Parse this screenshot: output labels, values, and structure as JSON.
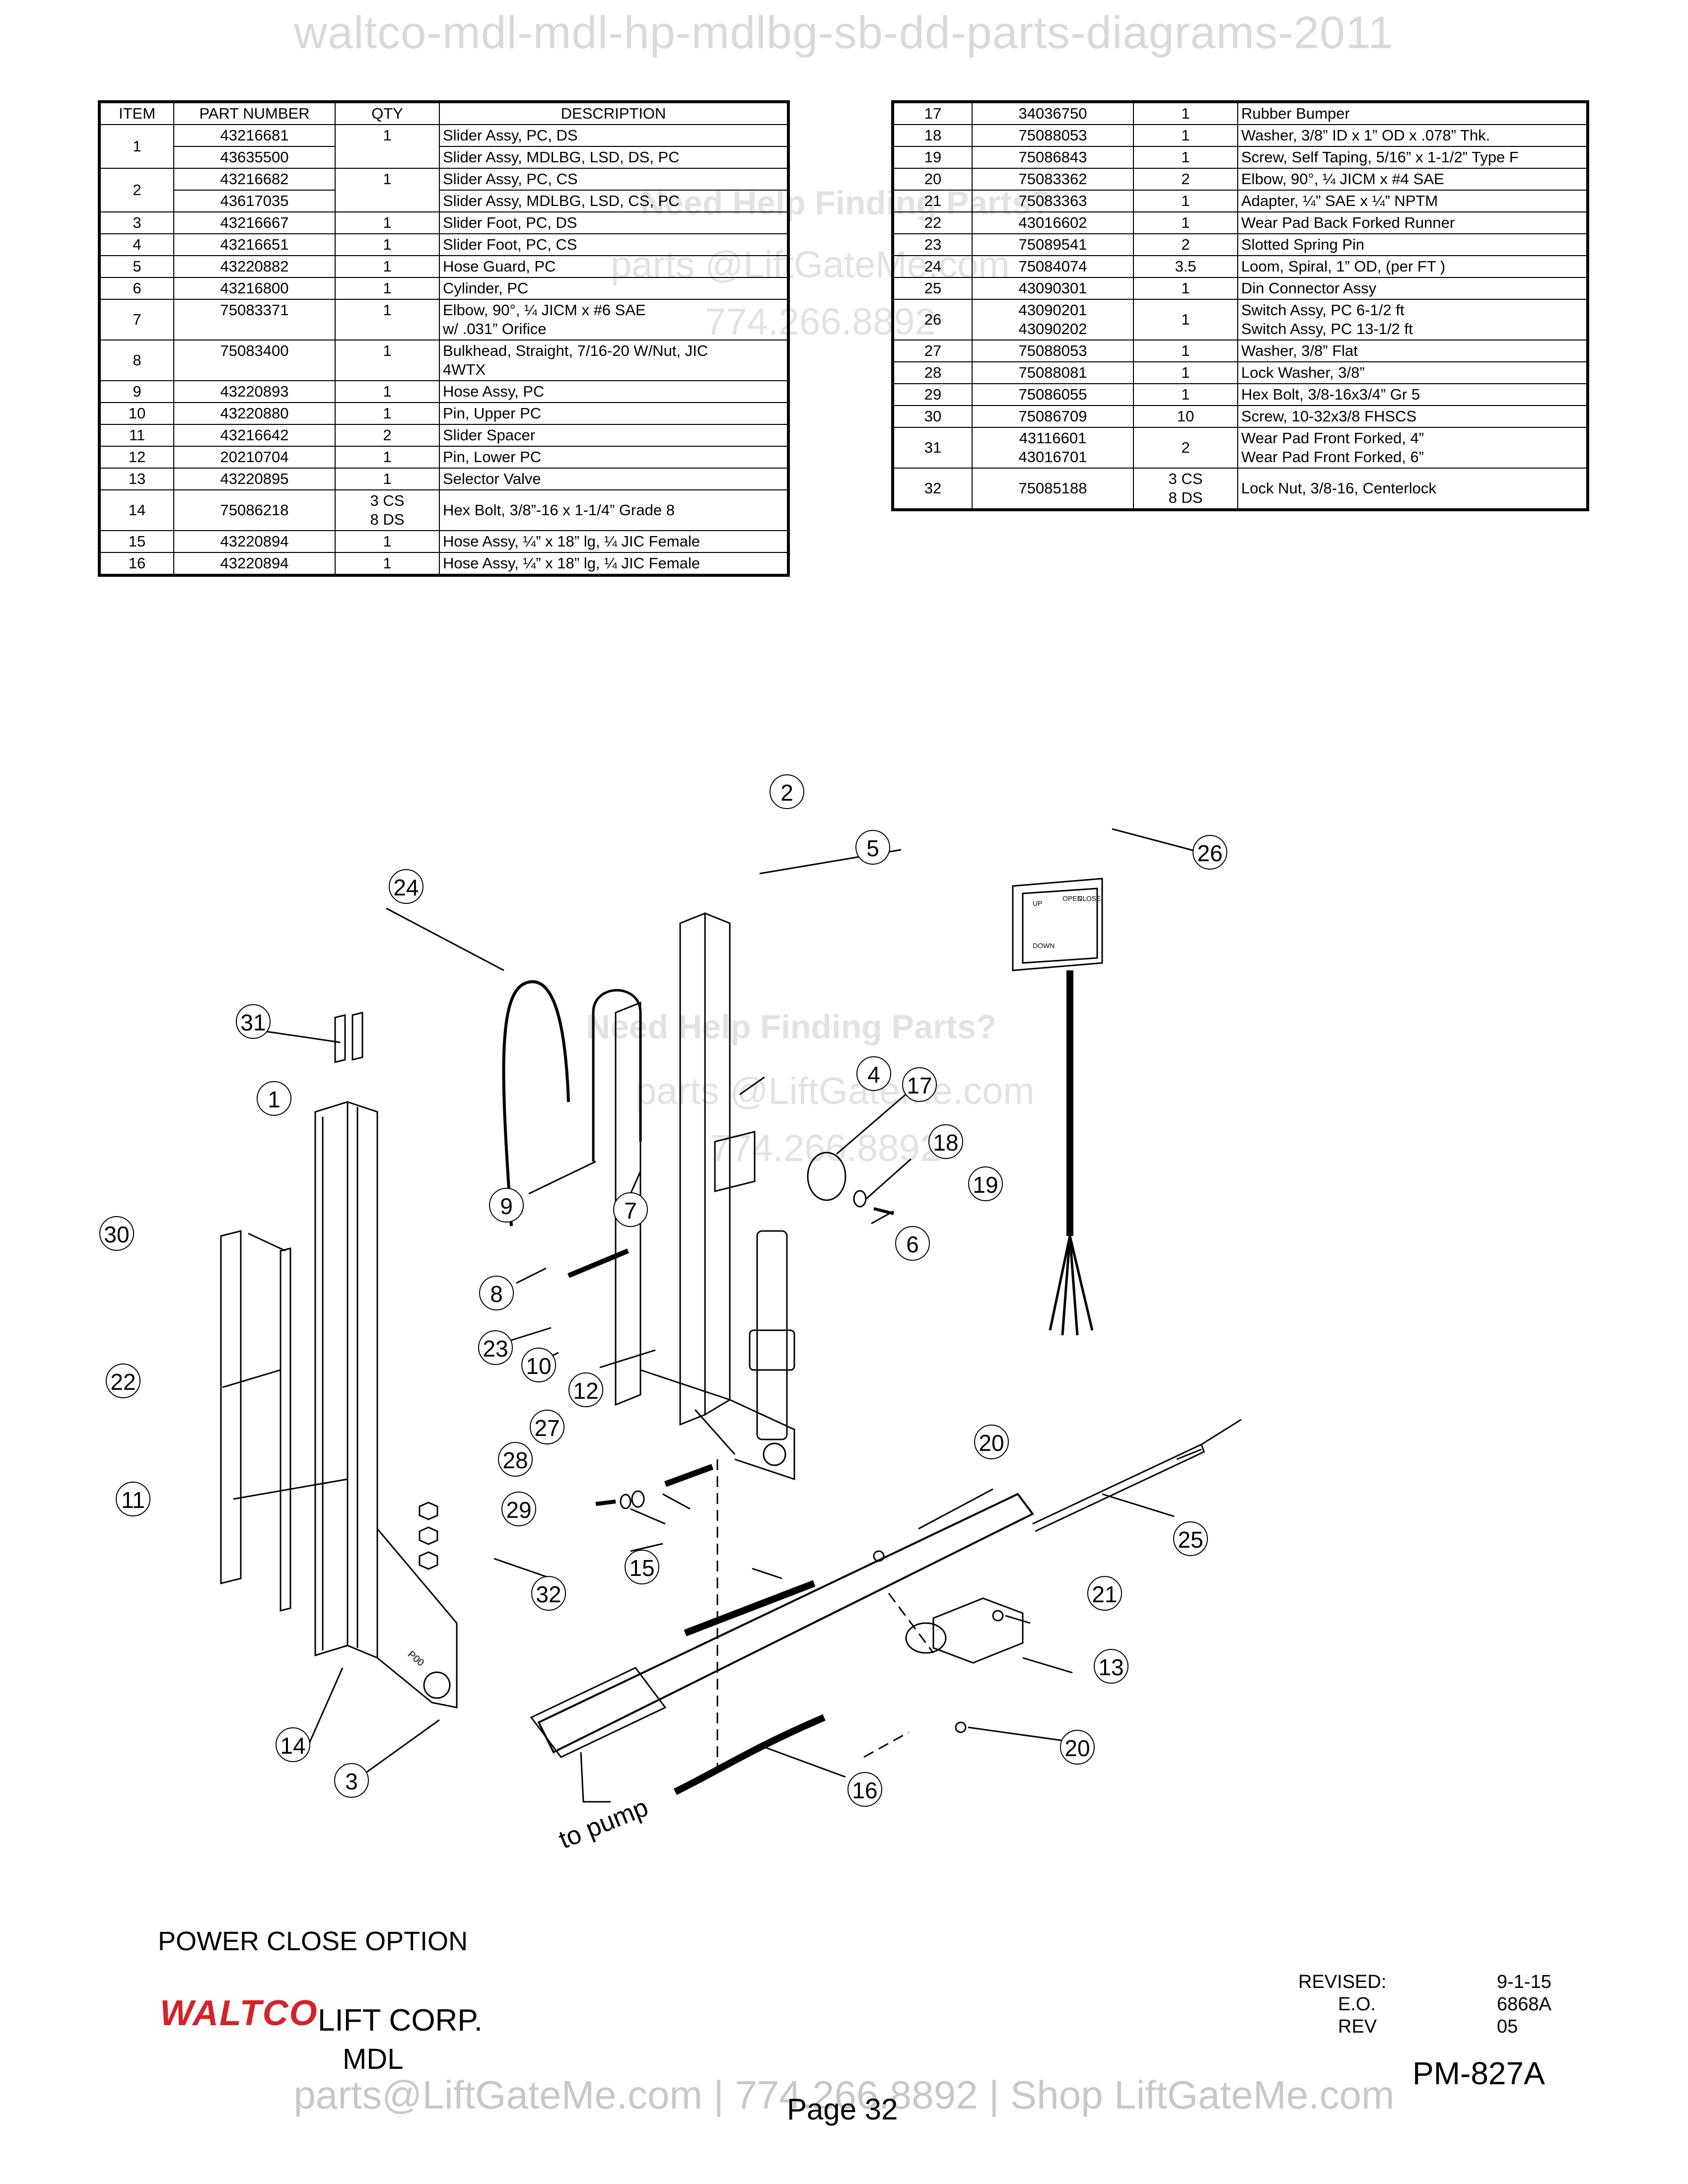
{
  "watermark_top": "waltco-mdl-mdl-hp-mdlbg-sb-dd-parts-diagrams-2011",
  "watermark_help": "Need Help Finding Parts?",
  "watermark_email": "parts @LiftGateMe.com",
  "watermark_phone": "774.266.8892",
  "table_headers": {
    "item": "ITEM",
    "part_number": "PART NUMBER",
    "qty": "QTY",
    "description": "DESCRIPTION"
  },
  "parts_left": [
    {
      "item": "1",
      "parts": [
        "43216681",
        "43635500"
      ],
      "qty": "1",
      "desc": [
        "Slider Assy, PC, DS",
        "Slider Assy, MDLBG, LSD, DS, PC"
      ]
    },
    {
      "item": "2",
      "parts": [
        "43216682",
        "43617035"
      ],
      "qty": "1",
      "desc": [
        "Slider Assy, PC, CS",
        "Slider Assy, MDLBG, LSD, CS, PC"
      ]
    },
    {
      "item": "3",
      "part": "43216667",
      "qty": "1",
      "desc": "Slider Foot, PC, DS"
    },
    {
      "item": "4",
      "part": "43216651",
      "qty": "1",
      "desc": "Slider Foot, PC, CS"
    },
    {
      "item": "5",
      "part": "43220882",
      "qty": "1",
      "desc": "Hose Guard, PC"
    },
    {
      "item": "6",
      "part": "43216800",
      "qty": "1",
      "desc": "Cylinder, PC"
    },
    {
      "item": "7",
      "part": "75083371",
      "qty": "1",
      "desc": "Elbow, 90°, ¼ JICM x #6 SAE",
      "desc2": "w/ .031” Orifice"
    },
    {
      "item": "8",
      "part": "75083400",
      "qty": "1",
      "desc": "Bulkhead, Straight, 7/16-20 W/Nut, JIC",
      "desc2": "4WTX"
    },
    {
      "item": "9",
      "part": "43220893",
      "qty": "1",
      "desc": "Hose Assy, PC"
    },
    {
      "item": "10",
      "part": "43220880",
      "qty": "1",
      "desc": "Pin, Upper PC"
    },
    {
      "item": "11",
      "part": "43216642",
      "qty": "2",
      "desc": "Slider Spacer"
    },
    {
      "item": "12",
      "part": "20210704",
      "qty": "1",
      "desc": "Pin, Lower PC"
    },
    {
      "item": "13",
      "part": "43220895",
      "qty": "1",
      "desc": "Selector Valve"
    },
    {
      "item": "14",
      "part": "75086218",
      "qty": "3 CS",
      "qty2": "8 DS",
      "desc": "Hex Bolt, 3/8”-16 x 1-1/4” Grade 8"
    },
    {
      "item": "15",
      "part": "43220894",
      "qty": "1",
      "desc": "Hose Assy, ¼” x 18” lg, ¼ JIC Female"
    },
    {
      "item": "16",
      "part": "43220894",
      "qty": "1",
      "desc": "Hose Assy, ¼” x 18” lg, ¼ JIC Female"
    }
  ],
  "parts_right": [
    {
      "item": "17",
      "part": "34036750",
      "qty": "1",
      "desc": "Rubber Bumper"
    },
    {
      "item": "18",
      "part": "75088053",
      "qty": "1",
      "desc": "Washer, 3/8” ID x 1” OD x .078” Thk."
    },
    {
      "item": "19",
      "part": "75086843",
      "qty": "1",
      "desc": "Screw, Self Taping, 5/16” x 1-1/2” Type F"
    },
    {
      "item": "20",
      "part": "75083362",
      "qty": "2",
      "desc": "Elbow, 90°, ¼ JICM x #4 SAE"
    },
    {
      "item": "21",
      "part": "75083363",
      "qty": "1",
      "desc": "Adapter, ¼” SAE x ¼” NPTM"
    },
    {
      "item": "22",
      "part": "43016602",
      "qty": "1",
      "desc": "Wear Pad Back Forked Runner"
    },
    {
      "item": "23",
      "part": "75089541",
      "qty": "2",
      "desc": "Slotted Spring Pin"
    },
    {
      "item": "24",
      "part": "75084074",
      "qty": "3.5",
      "desc": "Loom, Spiral, 1” OD, (per FT )"
    },
    {
      "item": "25",
      "part": "43090301",
      "qty": "1",
      "desc": "Din Connector Assy"
    },
    {
      "item": "26",
      "part": "43090201",
      "part2": "43090202",
      "qty": "1",
      "desc": "Switch Assy, PC 6-1/2 ft",
      "desc2": "Switch Assy, PC 13-1/2 ft"
    },
    {
      "item": "27",
      "part": "75088053",
      "qty": "1",
      "desc": "Washer, 3/8” Flat"
    },
    {
      "item": "28",
      "part": "75088081",
      "qty": "1",
      "desc": "Lock Washer, 3/8”"
    },
    {
      "item": "29",
      "part": "75086055",
      "qty": "1",
      "desc": "Hex Bolt, 3/8-16x3/4” Gr 5"
    },
    {
      "item": "30",
      "part": "75086709",
      "qty": "10",
      "desc": "Screw, 10-32x3/8 FHSCS"
    },
    {
      "item": "31",
      "part": "43116601",
      "part2": "43016701",
      "qty": "2",
      "desc": "Wear Pad Front Forked, 4”",
      "desc2": "Wear Pad Front Forked, 6”"
    },
    {
      "item": "32",
      "part": "75085188",
      "qty": "3 CS",
      "qty2": "8 DS",
      "desc": "Lock Nut, 3/8-16, Centerlock"
    }
  ],
  "diagram": {
    "callouts": [
      "1",
      "2",
      "3",
      "4",
      "5",
      "6",
      "7",
      "8",
      "9",
      "10",
      "11",
      "12",
      "13",
      "14",
      "15",
      "16",
      "17",
      "18",
      "19",
      "20",
      "20",
      "21",
      "22",
      "23",
      "24",
      "25",
      "26",
      "27",
      "28",
      "29",
      "30",
      "31",
      "32"
    ],
    "to_pump_label": "to pump",
    "switch_labels": [
      "UP",
      "DOWN",
      "OPEN",
      "CLOSE"
    ],
    "foot_label": "P00"
  },
  "caption": "POWER CLOSE OPTION",
  "brand": "WALTCO",
  "company": "LIFT CORP.",
  "model": "MDL",
  "revision": {
    "revised_label": "REVISED:",
    "revised_value": "9-1-15",
    "eo_label": "E.O.",
    "eo_value": "6868A",
    "rev_label": "REV",
    "rev_value": "05"
  },
  "doc_number": "PM-827A",
  "page": "Page 32",
  "footer_watermark": "parts@LiftGateMe.com | 774.266.8892 | Shop LiftGateMe.com",
  "colors": {
    "brand_red": "#d3232a",
    "watermark_gray": "#d9d9d9"
  }
}
